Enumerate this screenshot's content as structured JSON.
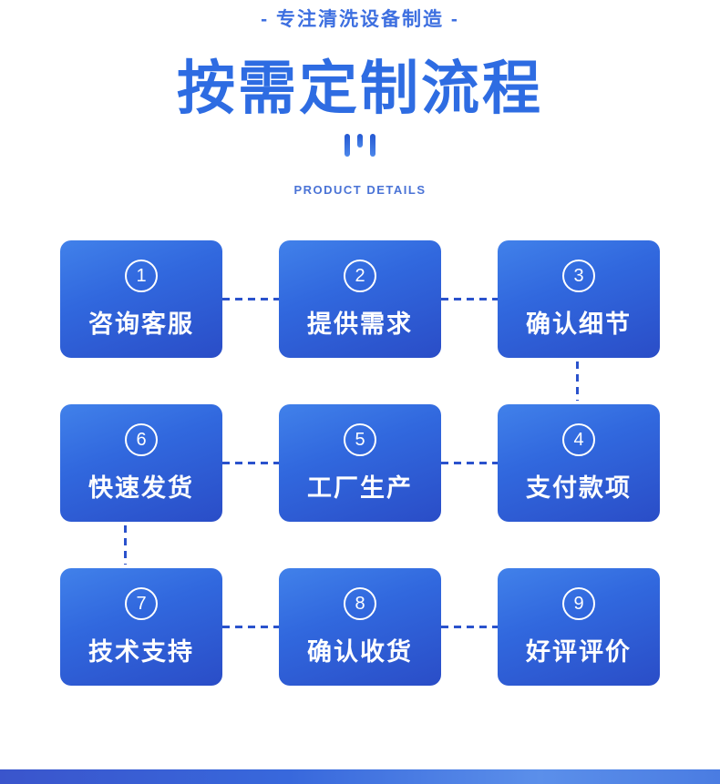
{
  "header": {
    "slogan": "- 专注清洗设备制造 -",
    "title": "按需定制流程",
    "subtitle": "PRODUCT DETAILS"
  },
  "steps": [
    {
      "number": "1",
      "label": "咨询客服"
    },
    {
      "number": "2",
      "label": "提供需求"
    },
    {
      "number": "3",
      "label": "确认细节"
    },
    {
      "number": "6",
      "label": "快速发货"
    },
    {
      "number": "5",
      "label": "工厂生产"
    },
    {
      "number": "4",
      "label": "支付款项"
    },
    {
      "number": "7",
      "label": "技术支持"
    },
    {
      "number": "8",
      "label": "确认收货"
    },
    {
      "number": "9",
      "label": "好评评价"
    }
  ],
  "colors": {
    "title_text": "#2e6ce2",
    "slogan_text": "#3d6fe0",
    "subtitle_text": "#4a73d6",
    "card_gradient_top": "#4181ea",
    "card_gradient_bottom": "#2a4dc7",
    "connector": "#2a52cc",
    "bottom_strip_left": "#3a55cc",
    "bottom_strip_right": "#4a7ce2"
  }
}
